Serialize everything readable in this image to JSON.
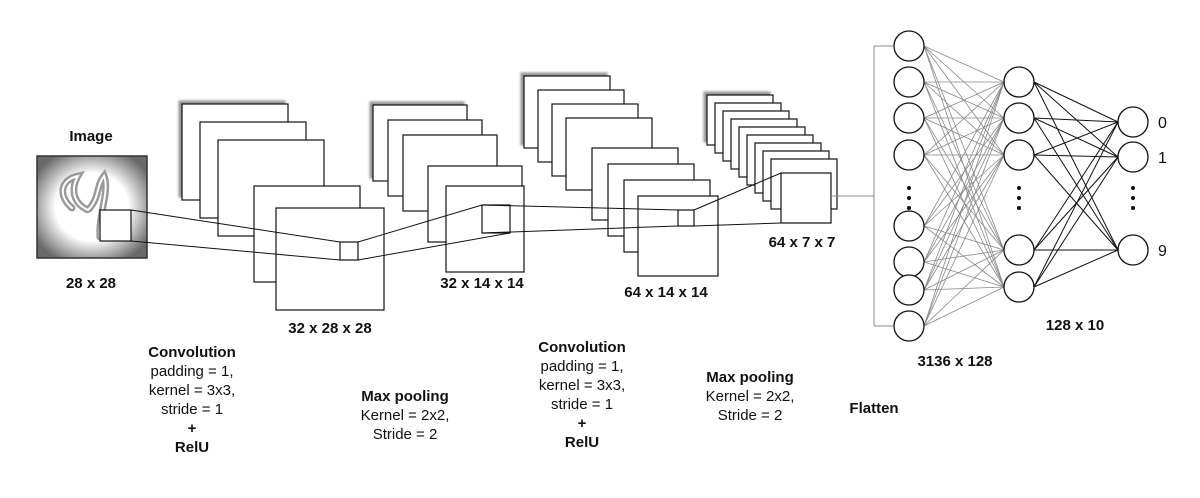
{
  "input": {
    "title": "Image",
    "dim": "28 x 28"
  },
  "conv1": {
    "dim": "32 x 28 x 28",
    "heading": "Convolution",
    "params": [
      "padding = 1,",
      "kernel = 3x3,",
      "stride = 1"
    ],
    "plus": "+",
    "activation": "RelU"
  },
  "pool1": {
    "dim": "32 x 14 x 14",
    "heading": "Max pooling",
    "params": [
      "Kernel = 2x2,",
      "Stride = 2"
    ]
  },
  "conv2": {
    "dim": "64 x 14 x 14",
    "heading": "Convolution",
    "params": [
      "padding = 1,",
      "kernel = 3x3,",
      "stride = 1"
    ],
    "plus": "+",
    "activation": "RelU"
  },
  "pool2": {
    "dim": "64 x 7 x 7",
    "heading": "Max pooling",
    "params": [
      "Kernel = 2x2,",
      "Stride = 2"
    ]
  },
  "flatten": {
    "label": "Flatten"
  },
  "fc": {
    "layer1_dim": "3136 x 128",
    "layer2_dim": "128 x 10",
    "outputs": [
      "0",
      "1",
      "9"
    ],
    "ellipsis": "⋮"
  },
  "colors": {
    "stroke": "#111111",
    "thin_edge": "#888888",
    "shadow": "#9a9a9a"
  }
}
